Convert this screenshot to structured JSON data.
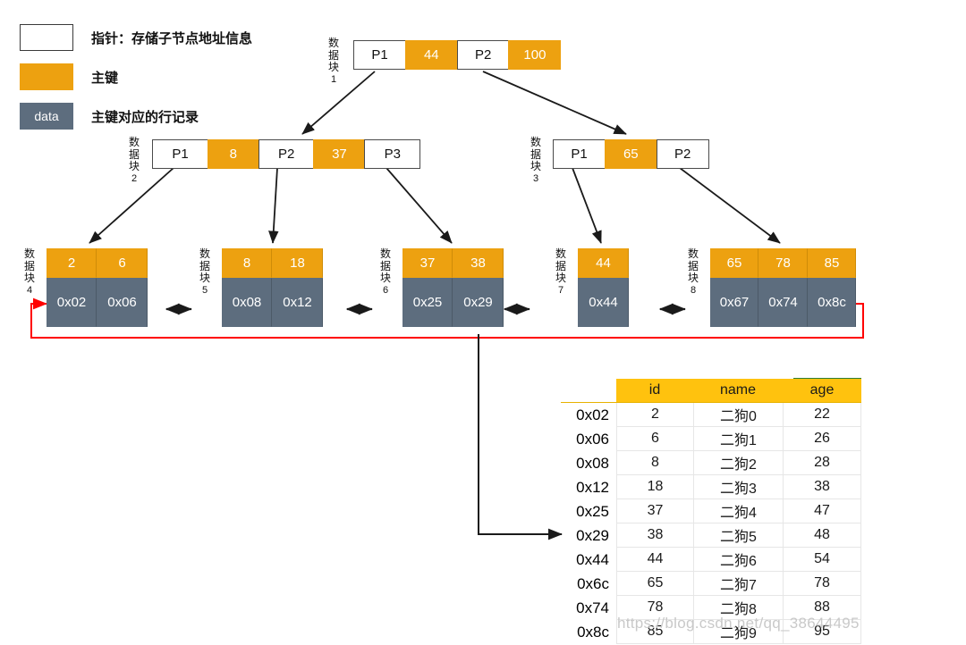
{
  "legend": {
    "items": [
      {
        "swatch": "pointer",
        "swatch_text": "",
        "label": "指针：存储子节点地址信息",
        "color": "#FFFFFF"
      },
      {
        "swatch": "key",
        "swatch_text": "",
        "label": "主键",
        "color": "#EDA110"
      },
      {
        "swatch": "data",
        "swatch_text": "data",
        "label": "主键对应的行记录",
        "color": "#5D6D7E"
      }
    ]
  },
  "block_label_cn": "数据块",
  "index_nodes": [
    {
      "block_no": "1",
      "cells": [
        {
          "type": "ptr",
          "text": "P1"
        },
        {
          "type": "key",
          "text": "44"
        },
        {
          "type": "ptr",
          "text": "P2"
        },
        {
          "type": "key",
          "text": "100"
        }
      ]
    },
    {
      "block_no": "2",
      "cells": [
        {
          "type": "ptr",
          "text": "P1"
        },
        {
          "type": "key",
          "text": "8"
        },
        {
          "type": "ptr",
          "text": "P2"
        },
        {
          "type": "key",
          "text": "37"
        },
        {
          "type": "ptr",
          "text": "P3"
        }
      ]
    },
    {
      "block_no": "3",
      "cells": [
        {
          "type": "ptr",
          "text": "P1"
        },
        {
          "type": "key",
          "text": "65"
        },
        {
          "type": "ptr",
          "text": "P2"
        }
      ]
    }
  ],
  "leaf_nodes": [
    {
      "block_no": "4",
      "keys": [
        "2",
        "6"
      ],
      "addrs": [
        "0x02",
        "0x06"
      ]
    },
    {
      "block_no": "5",
      "keys": [
        "8",
        "18"
      ],
      "addrs": [
        "0x08",
        "0x12"
      ]
    },
    {
      "block_no": "6",
      "keys": [
        "37",
        "38"
      ],
      "addrs": [
        "0x25",
        "0x29"
      ]
    },
    {
      "block_no": "7",
      "keys": [
        "44"
      ],
      "addrs": [
        "0x44"
      ]
    },
    {
      "block_no": "8",
      "keys": [
        "65",
        "78",
        "85"
      ],
      "addrs": [
        "0x67",
        "0x74",
        "0x8c"
      ]
    }
  ],
  "record_table": {
    "columns": [
      "id",
      "name",
      "age"
    ],
    "rows": [
      {
        "addr": "0x02",
        "id": "2",
        "name": "二狗0",
        "age": "22"
      },
      {
        "addr": "0x06",
        "id": "6",
        "name": "二狗1",
        "age": "26"
      },
      {
        "addr": "0x08",
        "id": "8",
        "name": "二狗2",
        "age": "28"
      },
      {
        "addr": "0x12",
        "id": "18",
        "name": "二狗3",
        "age": "38"
      },
      {
        "addr": "0x25",
        "id": "37",
        "name": "二狗4",
        "age": "47"
      },
      {
        "addr": "0x29",
        "id": "38",
        "name": "二狗5",
        "age": "48"
      },
      {
        "addr": "0x44",
        "id": "44",
        "name": "二狗6",
        "age": "54"
      },
      {
        "addr": "0x6c",
        "id": "65",
        "name": "二狗7",
        "age": "78"
      },
      {
        "addr": "0x74",
        "id": "78",
        "name": "二狗8",
        "age": "88"
      },
      {
        "addr": "0x8c",
        "id": "85",
        "name": "二狗9",
        "age": "95"
      }
    ]
  },
  "watermark": "https://blog.csdn.net/qq_38644495",
  "colors": {
    "key_orange": "#EDA110",
    "data_gray": "#5D6D7E",
    "table_header": "#FFC20E",
    "link_red": "#FF0000",
    "arrow_black": "#1A1A1A"
  }
}
